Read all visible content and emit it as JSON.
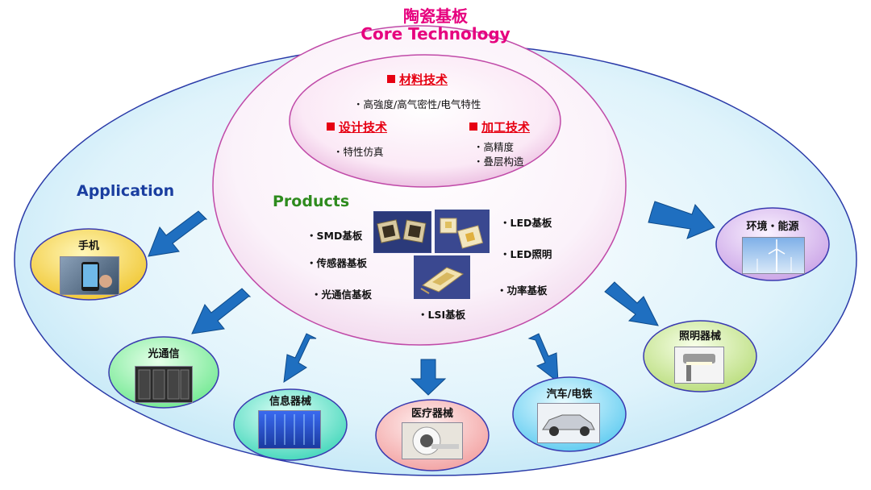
{
  "header": {
    "title_cn": "陶瓷基板",
    "title_en": "Core Technology"
  },
  "core": {
    "material": {
      "heading": "材料技术",
      "bullets": [
        "・高強度/高气密性/电气特性"
      ]
    },
    "design": {
      "heading": "设计技术",
      "bullets": [
        "・特性仿真"
      ]
    },
    "processing": {
      "heading": "加工技术",
      "bullets": [
        "・高精度",
        "・叠层构造"
      ]
    }
  },
  "products": {
    "title": "Products",
    "items": [
      "・SMD基板",
      "・传感器基板",
      "・光通信基板",
      "・LSI基板",
      "・LED基板",
      "・LED照明",
      "・功率基板"
    ]
  },
  "application": {
    "title": "Application",
    "items": [
      {
        "label": "手机",
        "color": "#f5d548"
      },
      {
        "label": "光通信",
        "color": "#8ef2a8"
      },
      {
        "label": "信息器械",
        "color": "#5fe0c8"
      },
      {
        "label": "医疗器械",
        "color": "#f7b3b3"
      },
      {
        "label": "汽车/电铁",
        "color": "#7fd8f2"
      },
      {
        "label": "照明器械",
        "color": "#cde89a"
      },
      {
        "label": "环境・能源",
        "color": "#dcc0f0"
      }
    ]
  },
  "colors": {
    "accent_pink": "#e6007e",
    "heading_red": "#e60012",
    "arrow_blue": "#1f6fc0"
  }
}
